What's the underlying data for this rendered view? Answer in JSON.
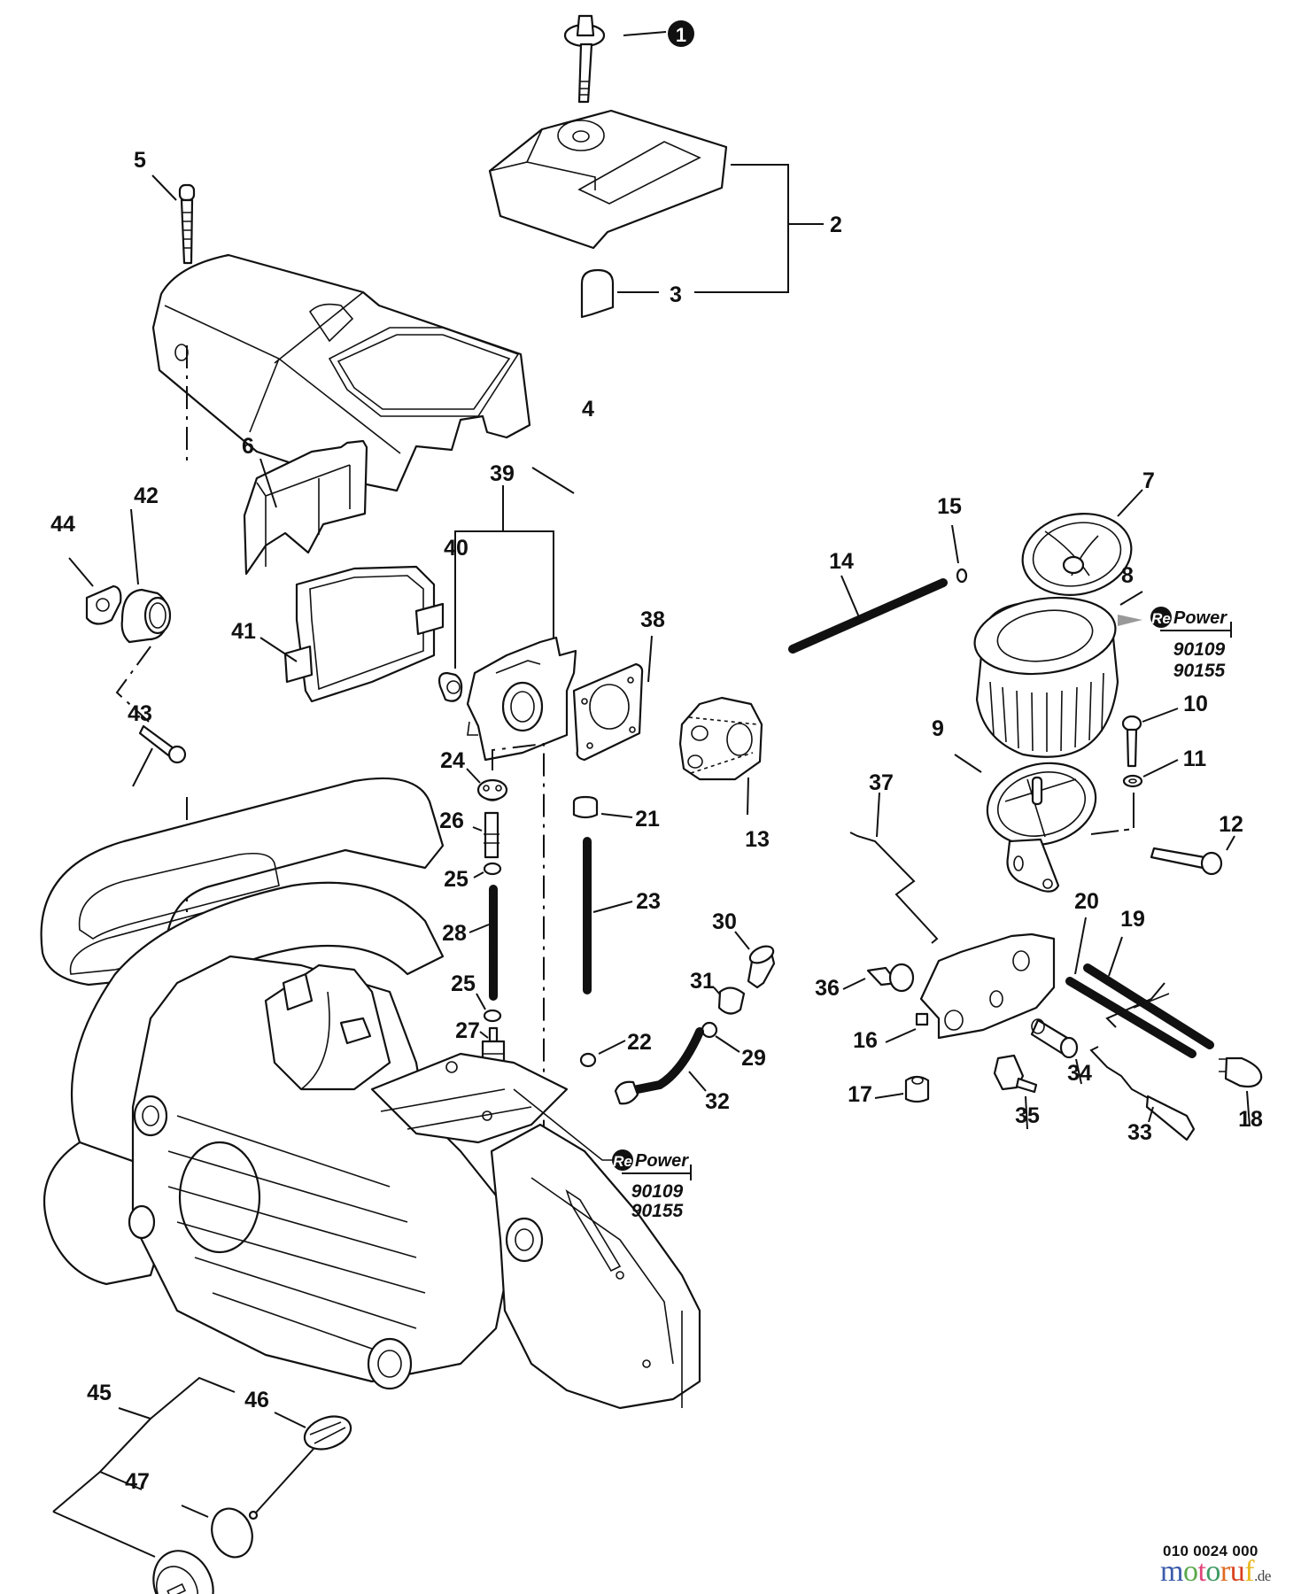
{
  "diagram": {
    "title": "Chainsaw parts exploded view",
    "callouts": [
      {
        "id": "1",
        "style": "circled"
      },
      {
        "id": "2"
      },
      {
        "id": "3"
      },
      {
        "id": "4"
      },
      {
        "id": "5"
      },
      {
        "id": "6"
      },
      {
        "id": "7"
      },
      {
        "id": "8"
      },
      {
        "id": "9"
      },
      {
        "id": "10"
      },
      {
        "id": "11"
      },
      {
        "id": "12"
      },
      {
        "id": "13"
      },
      {
        "id": "14"
      },
      {
        "id": "15"
      },
      {
        "id": "16"
      },
      {
        "id": "17"
      },
      {
        "id": "18"
      },
      {
        "id": "19"
      },
      {
        "id": "20"
      },
      {
        "id": "21"
      },
      {
        "id": "22"
      },
      {
        "id": "23"
      },
      {
        "id": "24"
      },
      {
        "id": "25"
      },
      {
        "id": "25"
      },
      {
        "id": "26"
      },
      {
        "id": "27"
      },
      {
        "id": "28"
      },
      {
        "id": "29"
      },
      {
        "id": "30"
      },
      {
        "id": "31"
      },
      {
        "id": "32"
      },
      {
        "id": "33"
      },
      {
        "id": "34"
      },
      {
        "id": "35"
      },
      {
        "id": "36"
      },
      {
        "id": "37"
      },
      {
        "id": "38"
      },
      {
        "id": "39"
      },
      {
        "id": "40"
      },
      {
        "id": "41"
      },
      {
        "id": "42"
      },
      {
        "id": "43"
      },
      {
        "id": "44"
      },
      {
        "id": "45"
      },
      {
        "id": "46"
      },
      {
        "id": "47"
      }
    ],
    "repower_badges": [
      {
        "logo_re": "Re",
        "logo_power": "Power",
        "codes": [
          "90109",
          "90155"
        ],
        "attached_to": "8"
      },
      {
        "logo_re": "Re",
        "logo_power": "Power",
        "codes": [
          "90109",
          "90155"
        ],
        "attached_to": "27"
      }
    ]
  },
  "footer": {
    "part_number": "010 0024 000",
    "brand_letters": [
      {
        "ch": "m",
        "color": "#3b5bab"
      },
      {
        "ch": "o",
        "color": "#5aa84a"
      },
      {
        "ch": "t",
        "color": "#e0457b"
      },
      {
        "ch": "o",
        "color": "#3f9a63"
      },
      {
        "ch": "r",
        "color": "#e06a20"
      },
      {
        "ch": "u",
        "color": "#d8411e"
      },
      {
        "ch": "f",
        "color": "#e8b820"
      }
    ],
    "brand_tld": ".de"
  }
}
